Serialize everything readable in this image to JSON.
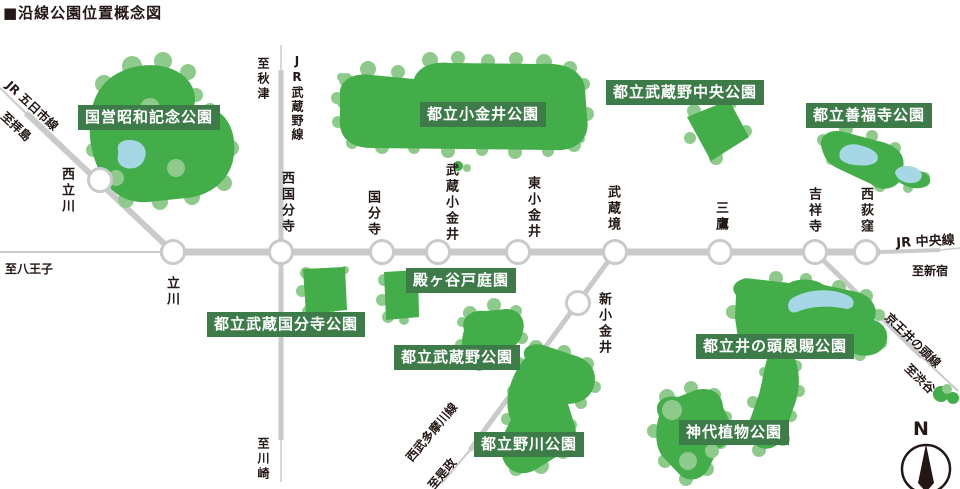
{
  "title": "■沿線公園位置概念図",
  "parks": [
    {
      "id": "showa-kinen",
      "label": "国営昭和記念公園"
    },
    {
      "id": "koganei",
      "label": "都立小金井公園"
    },
    {
      "id": "musashino-chuo",
      "label": "都立武蔵野中央公園"
    },
    {
      "id": "zempukuji",
      "label": "都立善福寺公園"
    },
    {
      "id": "musashi-kokubunji",
      "label": "都立武蔵国分寺公園"
    },
    {
      "id": "tonogayato",
      "label": "殿ヶ谷戸庭園"
    },
    {
      "id": "musashino",
      "label": "都立武蔵野公園"
    },
    {
      "id": "nogawa",
      "label": "都立野川公園"
    },
    {
      "id": "inokashira",
      "label": "都立井の頭恩賜公園"
    },
    {
      "id": "jindai",
      "label": "神代植物公園"
    }
  ],
  "stations": [
    {
      "name": "西立川"
    },
    {
      "name": "立川"
    },
    {
      "name": "西国分寺"
    },
    {
      "name": "国分寺"
    },
    {
      "name": "武蔵小金井"
    },
    {
      "name": "東小金井"
    },
    {
      "name": "武蔵境"
    },
    {
      "name": "新小金井"
    },
    {
      "name": "三鷹"
    },
    {
      "name": "吉祥寺"
    },
    {
      "name": "西荻窪"
    }
  ],
  "rail_lines": {
    "chuo": {
      "name": "JR 中央線",
      "toward_right": "至新宿",
      "toward_left": "至八王子"
    },
    "musashino_line": {
      "name": "JR武蔵野線",
      "toward_north": "至秋津",
      "toward_south": "至川崎"
    },
    "itsukaichi": {
      "name": "JR 五日市線",
      "toward": "至拝島"
    },
    "seibu_tamagawa": {
      "name": "西武多摩川線",
      "toward": "至是政"
    },
    "keio_inokashira": {
      "name": "京王井の頭線",
      "toward": "至渋谷"
    }
  },
  "compass": {
    "north": "N"
  },
  "colors": {
    "park_green": "#43ae49",
    "park_green_light": "#8fca8d",
    "pond_blue": "#a5d8e4",
    "label_green": "#3d7c49",
    "rail_gray": "#c9caca",
    "ink": "#231815"
  }
}
